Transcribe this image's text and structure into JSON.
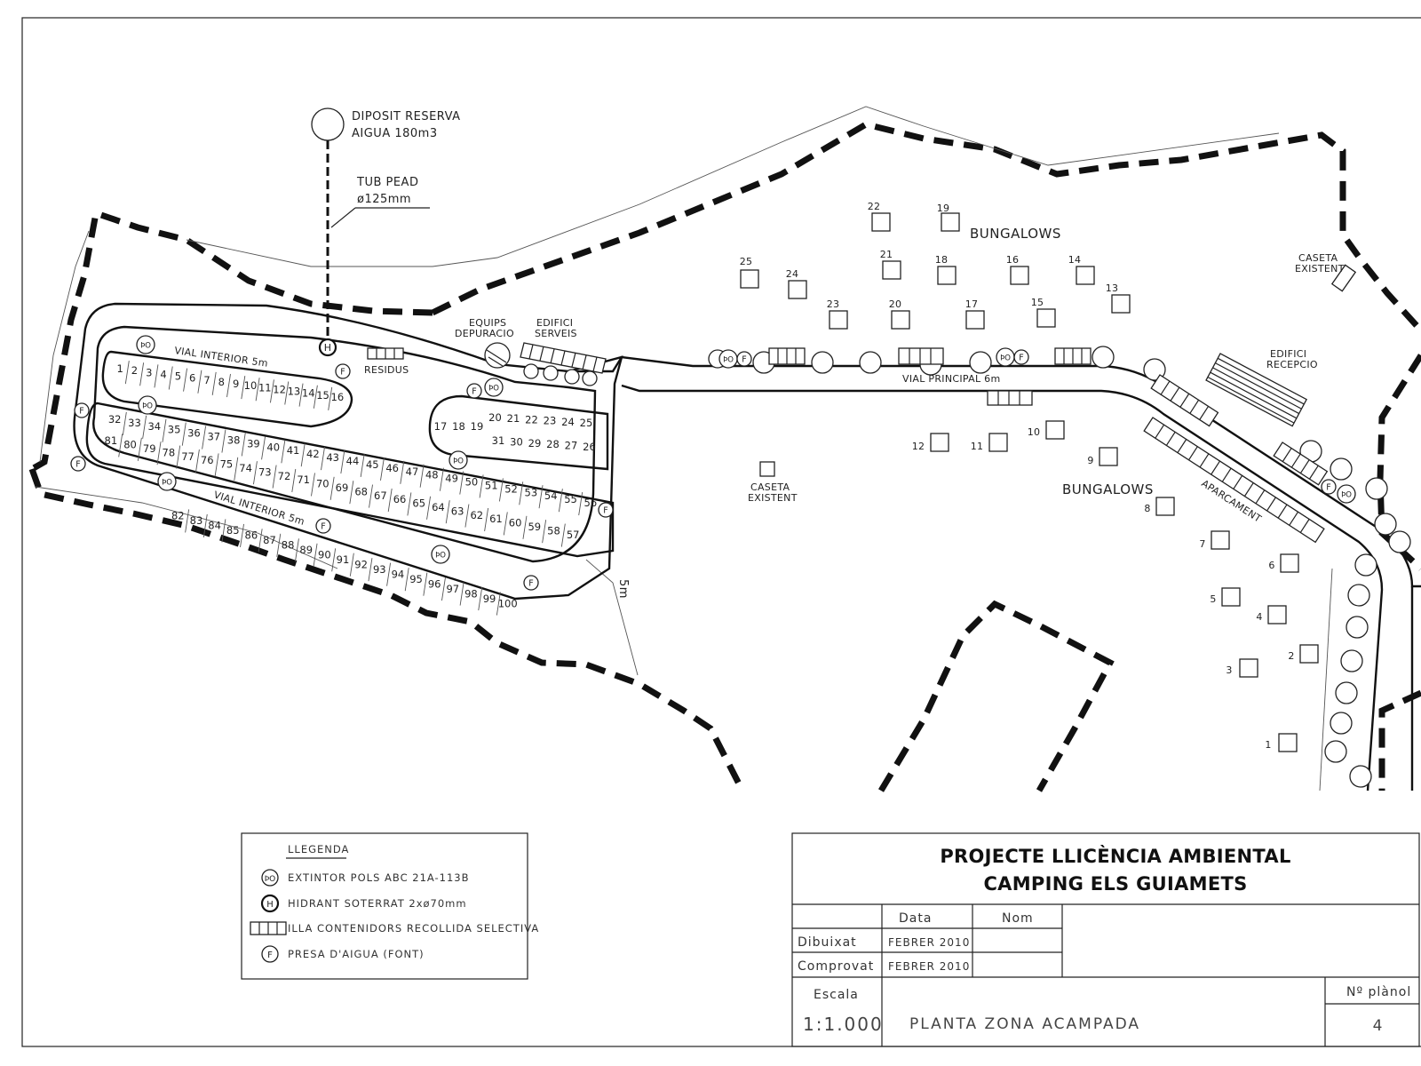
{
  "tank": {
    "label_1": "DIPOSIT RESERVA",
    "label_2": "AIGUA 180m3"
  },
  "pipe": {
    "label_1": "TUB PEAD",
    "label_2": "ø125mm"
  },
  "labels": {
    "equips_1": "EQUIPS",
    "equips_2": "DEPURACIO",
    "edifici_serveis_1": "EDIFICI",
    "edifici_serveis_2": "SERVEIS",
    "residus": "RESIDUS",
    "vial_interior_top": "VIAL INTERIOR 5m",
    "vial_interior_bottom": "VIAL INTERIOR 5m",
    "vial_principal": "VIAL PRINCIPAL 6m",
    "bungalows_north": "BUNGALOWS",
    "bungalows_south": "BUNGALOWS",
    "caseta_ne_1": "CASETA",
    "caseta_ne_2": "EXISTENT",
    "caseta_mid_1": "CASETA",
    "caseta_mid_2": "EXISTENT",
    "edifici_recepcio_1": "EDIFICI",
    "edifici_recepcio_2": "RECEPCIO",
    "aparcament": "APARCAMENT",
    "width_5m": "5m"
  },
  "bungalows_north": [
    "22",
    "19",
    "25",
    "24",
    "21",
    "18",
    "16",
    "14",
    "13",
    "23",
    "20",
    "17",
    "15"
  ],
  "bungalows_south": [
    "12",
    "11",
    "10",
    "9",
    "8",
    "7",
    "6",
    "5",
    "4",
    "3",
    "2",
    "1"
  ],
  "pitches": {
    "row_a": [
      "1",
      "2",
      "3",
      "4",
      "5",
      "6",
      "7",
      "8",
      "9",
      "10",
      "11",
      "12",
      "13",
      "14",
      "15",
      "16"
    ],
    "row_island": [
      "17",
      "18",
      "19",
      "20",
      "21",
      "22",
      "23",
      "24",
      "25",
      "31",
      "30",
      "29",
      "28",
      "27",
      "26"
    ],
    "row_b": [
      "32",
      "33",
      "34",
      "35",
      "36",
      "37",
      "38",
      "39",
      "40",
      "41",
      "42",
      "43",
      "44",
      "45",
      "46",
      "47",
      "48",
      "49",
      "50",
      "51",
      "52",
      "53",
      "54",
      "55",
      "56"
    ],
    "row_c": [
      "81",
      "80",
      "79",
      "78",
      "77",
      "76",
      "75",
      "74",
      "73",
      "72",
      "71",
      "70",
      "69",
      "68",
      "67",
      "66",
      "65",
      "64",
      "63",
      "62",
      "61",
      "60",
      "59",
      "58",
      "57"
    ],
    "row_d": [
      "82",
      "83",
      "84",
      "85",
      "86",
      "87",
      "88",
      "89",
      "90",
      "91",
      "92",
      "93",
      "94",
      "95",
      "96",
      "97",
      "98",
      "99",
      "100"
    ]
  },
  "legend": {
    "title": "LLEGENDA",
    "items": [
      {
        "icon": "extinguisher-icon",
        "text": "EXTINTOR POLS ABC 21A-113B"
      },
      {
        "icon": "hydrant-icon",
        "text": "HIDRANT SOTERRAT 2xø70mm"
      },
      {
        "icon": "container-island-icon",
        "text": "ILLA CONTENIDORS RECOLLIDA SELECTIVA"
      },
      {
        "icon": "water-tap-icon",
        "text": "PRESA D'AIGUA (FONT)"
      }
    ]
  },
  "title_block": {
    "title_1": "PROJECTE LLICÈNCIA AMBIENTAL",
    "title_2": "CAMPING ELS GUIAMETS",
    "col_data": "Data",
    "col_nom": "Nom",
    "row_dibuixat": "Dibuixat",
    "row_comprovat": "Comprovat",
    "dibuixat_date": "FEBRER 2010",
    "comprovat_date": "FEBRER 2010",
    "escala_label": "Escala",
    "escala_value": "1:1.000",
    "drawing_name": "PLANTA ZONA ACAMPADA",
    "plan_no_label": "Nº plànol",
    "plan_no_value": "4"
  },
  "symbols": {
    "hydrant": "H",
    "tap": "F",
    "extinguisher": "ÞO"
  }
}
